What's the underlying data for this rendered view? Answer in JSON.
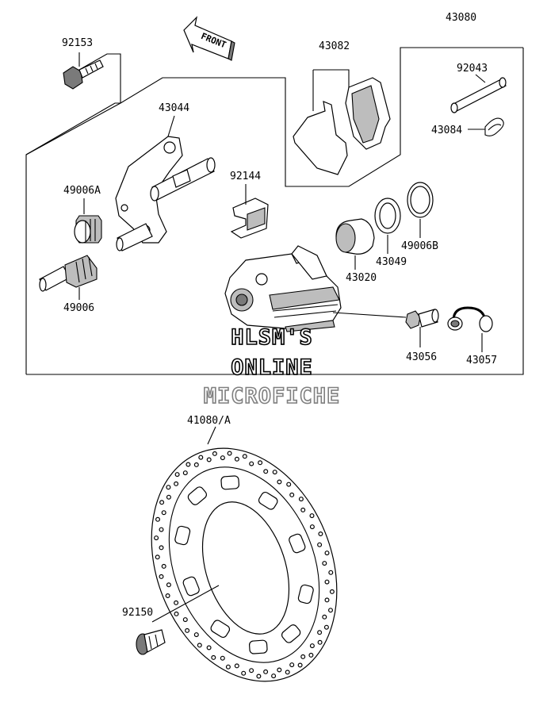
{
  "parts": [
    {
      "id": "p43080",
      "label": "43080"
    },
    {
      "id": "p92153",
      "label": "92153"
    },
    {
      "id": "p43082",
      "label": "43082"
    },
    {
      "id": "p92043",
      "label": "92043"
    },
    {
      "id": "p43044",
      "label": "43044"
    },
    {
      "id": "p43084",
      "label": "43084"
    },
    {
      "id": "p92144",
      "label": "92144"
    },
    {
      "id": "p49006A",
      "label": "49006A"
    },
    {
      "id": "p49006B",
      "label": "49006B"
    },
    {
      "id": "p43049",
      "label": "43049"
    },
    {
      "id": "p43020",
      "label": "43020"
    },
    {
      "id": "p49006",
      "label": "49006"
    },
    {
      "id": "p43056",
      "label": "43056"
    },
    {
      "id": "p43057",
      "label": "43057"
    },
    {
      "id": "p41080A",
      "label": "41080/A"
    },
    {
      "id": "p92150",
      "label": "92150"
    }
  ],
  "direction_marker": {
    "label": "FRONT"
  },
  "watermark": {
    "line1": "HLSM'S",
    "line2": "ONLINE",
    "line3": "MICROFICHE",
    "color_main": "#000000",
    "color_sub": "#808080"
  }
}
